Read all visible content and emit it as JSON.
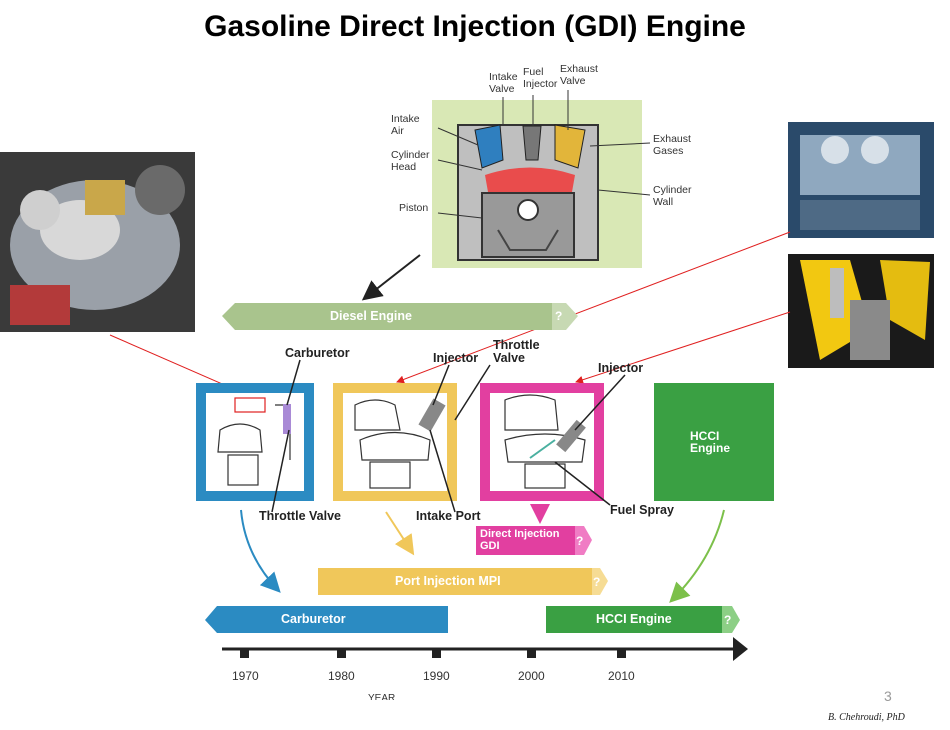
{
  "title": "Gasoline Direct Injection (GDI) Engine",
  "top_diagram": {
    "labels": {
      "intake_valve": "Intake\nValve",
      "fuel_injector": "Fuel\nInjector",
      "exhaust_valve": "Exhaust\nValve",
      "intake_air": "Intake\nAir",
      "cylinder_head": "Cylinder\nHead",
      "piston": "Piston",
      "exhaust_gases": "Exhaust\nGases",
      "cylinder_wall": "Cylinder\nWall"
    }
  },
  "bars": {
    "diesel": "Diesel Engine",
    "direct_injection": "Direct Injection\nGDI",
    "port_injection": "Port Injection MPI",
    "carburetor": "Carburetor",
    "hcci": "HCCI Engine",
    "question": "?"
  },
  "panel_labels": {
    "carburetor": "Carburetor",
    "throttle_valve_1": "Throttle Valve",
    "injector_1": "Injector",
    "throttle_valve_2": "Throttle\nValve",
    "intake_port": "Intake Port",
    "injector_2": "Injector",
    "fuel_spray": "Fuel Spray",
    "hcci_box": "HCCI\nEngine"
  },
  "timeline": {
    "years": [
      "1970",
      "1980",
      "1990",
      "2000",
      "2010"
    ],
    "axis_label": "YEAR"
  },
  "footer": {
    "page_number": "3",
    "author": "B. Chehroudi, PhD"
  },
  "colors": {
    "carburetor_blue": "#2b8bc2",
    "port_yellow": "#f0c75a",
    "gdi_magenta": "#e23fa0",
    "hcci_green": "#3aa043",
    "diesel_green": "#a9c48d",
    "arrow_red": "#e02020"
  }
}
